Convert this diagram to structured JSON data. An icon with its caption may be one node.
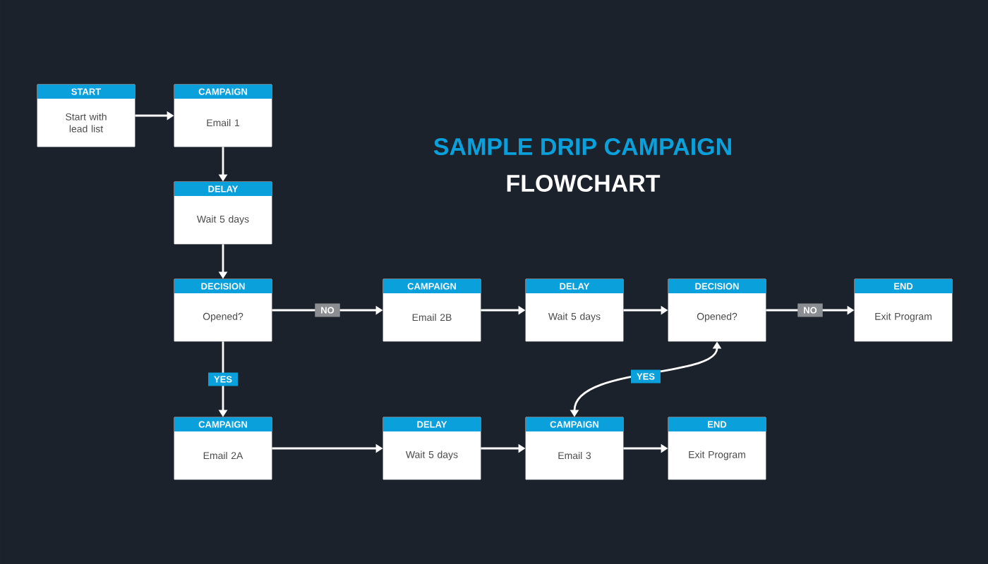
{
  "diagram": {
    "title": "SAMPLE DRIP CAMPAIGN",
    "nodes": [
      {
        "text": [
          "START",
          "Start with lead list"
        ]
      },
      {
        "text": [
          "CAMPAIGN",
          "Email 1"
        ]
      },
      {
        "text": [
          "DELAY",
          "Wait 5 days"
        ]
      },
      {
        "text": [
          "DECISION",
          "Opened?"
        ]
      },
      {
        "text": [
          "CAMPAIGN",
          "Email 2B"
        ]
      },
      {
        "text": [
          "DELAY",
          "Wait 5 days"
        ]
      },
      {
        "text": [
          "DECISION",
          "Opened?"
        ]
      },
      {
        "text": [
          "END",
          "Exit Program"
        ]
      },
      {
        "text": [
          "CAMPAIGN",
          "Email 2A"
        ]
      },
      {
        "text": [
          "DELAY",
          "Wait 5 days"
        ]
      },
      {
        "text": [
          "CAMPAIGN",
          "Email 3"
        ]
      },
      {
        "text": [
          "END",
          "Exit Program"
        ]
      }
    ],
    "edges": [
      {
        "from": 0,
        "to": 1,
        "arrow": "to"
      },
      {
        "from": 1,
        "to": 2,
        "arrow": "to"
      },
      {
        "from": 2,
        "to": 3,
        "arrow": "to"
      },
      {
        "from": 3,
        "to": 4,
        "arrow": "to",
        "label": "NO"
      },
      {
        "from": 4,
        "to": 5,
        "arrow": "to"
      },
      {
        "from": 5,
        "to": 6,
        "arrow": "to"
      },
      {
        "from": 6,
        "to": 7,
        "arrow": "to",
        "label": "NO"
      },
      {
        "from": 3,
        "to": 8,
        "arrow": "to",
        "label": "YES"
      },
      {
        "from": 8,
        "to": 9,
        "arrow": "to"
      },
      {
        "from": 9,
        "to": 10,
        "arrow": "to"
      },
      {
        "from": 10,
        "to": 11,
        "arrow": "to"
      },
      {
        "from": 6,
        "to": 10,
        "arrow": "both",
        "label": "YES"
      }
    ],
    "labels": [
      "FLOWCHART"
    ]
  }
}
